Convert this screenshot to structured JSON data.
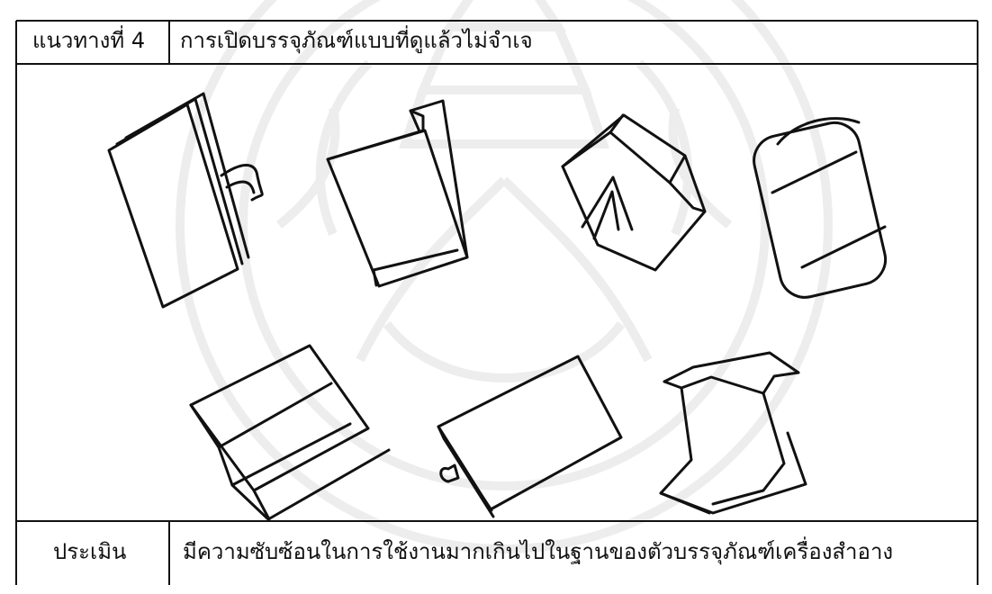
{
  "header": {
    "approach_label": "แนวทางที่ 4",
    "approach_title": "การเปิดบรรจุภัณฑ์แบบที่ดูแล้วไม่จำเจ"
  },
  "evaluation": {
    "label": "ประเมิน",
    "text": "มีความซับซ้อนในการใช้งานมากเกินไปในฐานของตัวบรรจุภัณฑ์เครื่องสำอาง"
  }
}
